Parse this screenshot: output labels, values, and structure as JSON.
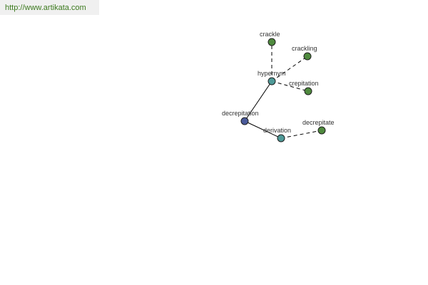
{
  "banner": {
    "url_text": "http://www.artikata.com"
  },
  "graph": {
    "colors": {
      "root": "#4a5a9a",
      "relation": "#4f9a98",
      "leaf": "#4f8a3e"
    },
    "nodes": [
      {
        "id": "decrepitation",
        "label": "decrepitation",
        "kind": "root"
      },
      {
        "id": "hypernym",
        "label": "hypernym",
        "kind": "relation"
      },
      {
        "id": "derivation",
        "label": "derivation",
        "kind": "relation"
      },
      {
        "id": "crackle",
        "label": "crackle",
        "kind": "leaf"
      },
      {
        "id": "crackling",
        "label": "crackling",
        "kind": "leaf"
      },
      {
        "id": "crepitation",
        "label": "crepitation",
        "kind": "leaf"
      },
      {
        "id": "decrepitate",
        "label": "decrepitate",
        "kind": "leaf"
      }
    ],
    "edges": [
      {
        "from": "decrepitation",
        "to": "hypernym",
        "style": "solid"
      },
      {
        "from": "decrepitation",
        "to": "derivation",
        "style": "solid"
      },
      {
        "from": "hypernym",
        "to": "crackle",
        "style": "dashed"
      },
      {
        "from": "hypernym",
        "to": "crackling",
        "style": "dashed"
      },
      {
        "from": "hypernym",
        "to": "crepitation",
        "style": "dashed"
      },
      {
        "from": "derivation",
        "to": "decrepitate",
        "style": "dashed"
      }
    ]
  }
}
